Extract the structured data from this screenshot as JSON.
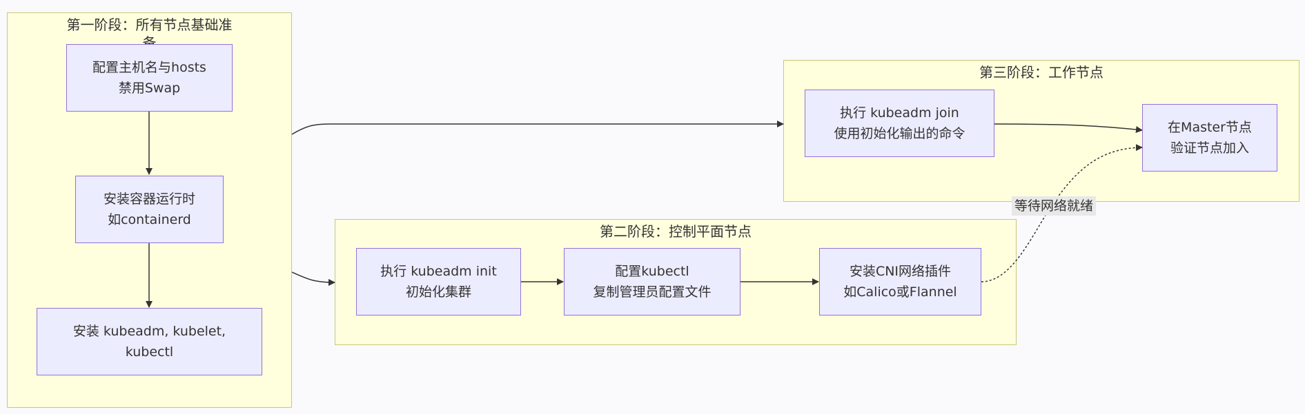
{
  "stages": {
    "stage1": {
      "title": "第一阶段：所有节点基础准备"
    },
    "stage2": {
      "title": "第二阶段：控制平面节点"
    },
    "stage3": {
      "title": "第三阶段：工作节点"
    }
  },
  "nodes": {
    "hosts": {
      "line1": "配置主机名与hosts",
      "line2": "禁用Swap"
    },
    "runtime": {
      "line1": "安装容器运行时",
      "line2": "如containerd"
    },
    "kubeadm": {
      "line1": "安装 kubeadm, kubelet,",
      "line2": "kubectl"
    },
    "init": {
      "line1": "执行 kubeadm init",
      "line2": "初始化集群"
    },
    "kubectl": {
      "line1": "配置kubectl",
      "line2": "复制管理员配置文件"
    },
    "cni": {
      "line1": "安装CNI网络插件",
      "line2": "如Calico或Flannel"
    },
    "join": {
      "line1": "执行 kubeadm join",
      "line2": "使用初始化输出的命令"
    },
    "verify": {
      "line1": "在Master节点",
      "line2": "验证节点加入"
    }
  },
  "edges": {
    "wait_network": "等待网络就绪"
  },
  "colors": {
    "cluster_fill": "#ffffde",
    "cluster_border": "#c8c878",
    "node_fill": "#ececff",
    "node_border": "#9370db",
    "edge": "#333333"
  }
}
